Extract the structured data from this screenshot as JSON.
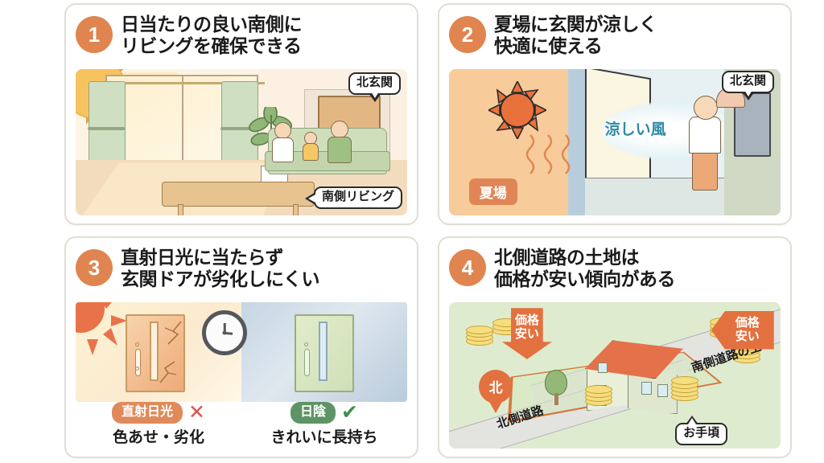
{
  "meta": {
    "doc_type": "infographic",
    "language": "ja",
    "accent_orange": "#e0854f",
    "accent_green": "#5e9465",
    "accent_red": "#d9544f",
    "card_border": "#e2ded6",
    "background": "#ffffff"
  },
  "panels": [
    {
      "number": "1",
      "title": "日当たりの良い南側に\nリビングを確保できる",
      "labels": {
        "north_entrance": "北玄関",
        "south_living": "南側リビング"
      }
    },
    {
      "number": "2",
      "title": "夏場に玄関が涼しく\n快適に使える",
      "labels": {
        "summer": "夏場",
        "cool_breeze": "涼しい風",
        "north_entrance": "北玄関"
      }
    },
    {
      "number": "3",
      "title": "直射日光に当たらず\n玄関ドアが劣化しにくい",
      "legend": [
        {
          "pill": "直射日光",
          "mark": "✕",
          "mark_kind": "cross",
          "caption": "色あせ・劣化",
          "pill_color": "#e08a5a"
        },
        {
          "pill": "日陰",
          "mark": "✔",
          "mark_kind": "check",
          "caption": "きれいに長持ち",
          "pill_color": "#5e9465"
        }
      ]
    },
    {
      "number": "4",
      "title": "北側道路の土地は\n価格が安い傾向がある",
      "labels": {
        "price_cheap_left": "価格\n安い",
        "price_cheap_right": "価格\n安い",
        "north_pin": "北",
        "north_road": "北側道路",
        "south_road_land": "南側道路の土地",
        "affordable": "お手頃"
      }
    }
  ],
  "icons": {
    "sun": "sun-icon",
    "clock": "clock-icon",
    "coins": "coin-stack-icon",
    "house": "house-icon",
    "tree": "tree-icon",
    "map_pin": "map-pin-icon",
    "fan": "hand-fan-icon",
    "heat_waves": "heat-wave-icon",
    "wind": "wind-icon",
    "crack": "crack-icon",
    "arrow_down": "arrow-down-icon",
    "arrow_left": "arrow-left-icon"
  }
}
